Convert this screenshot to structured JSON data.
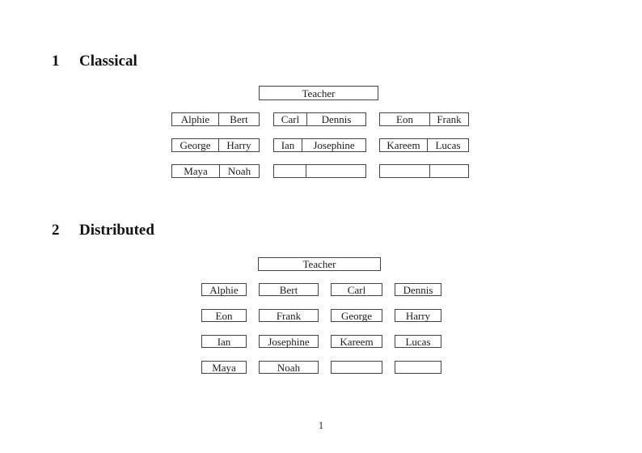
{
  "sections": {
    "classical": {
      "heading_number": "1",
      "heading_title": "Classical",
      "teacher": "Teacher",
      "desks": [
        [
          "Alphie",
          "Bert"
        ],
        [
          "Carl",
          "Dennis"
        ],
        [
          "Eon",
          "Frank"
        ],
        [
          "George",
          "Harry"
        ],
        [
          "Ian",
          "Josephine"
        ],
        [
          "Kareem",
          "Lucas"
        ],
        [
          "Maya",
          "Noah"
        ],
        [
          "",
          ""
        ],
        [
          "",
          ""
        ]
      ]
    },
    "distributed": {
      "heading_number": "2",
      "heading_title": "Distributed",
      "teacher": "Teacher",
      "seats": [
        [
          "Alphie",
          "Bert",
          "Carl",
          "Dennis"
        ],
        [
          "Eon",
          "Frank",
          "George",
          "Harry"
        ],
        [
          "Ian",
          "Josephine",
          "Kareem",
          "Lucas"
        ],
        [
          "Maya",
          "Noah",
          "",
          ""
        ]
      ]
    }
  },
  "footer": {
    "page_number": "1"
  }
}
